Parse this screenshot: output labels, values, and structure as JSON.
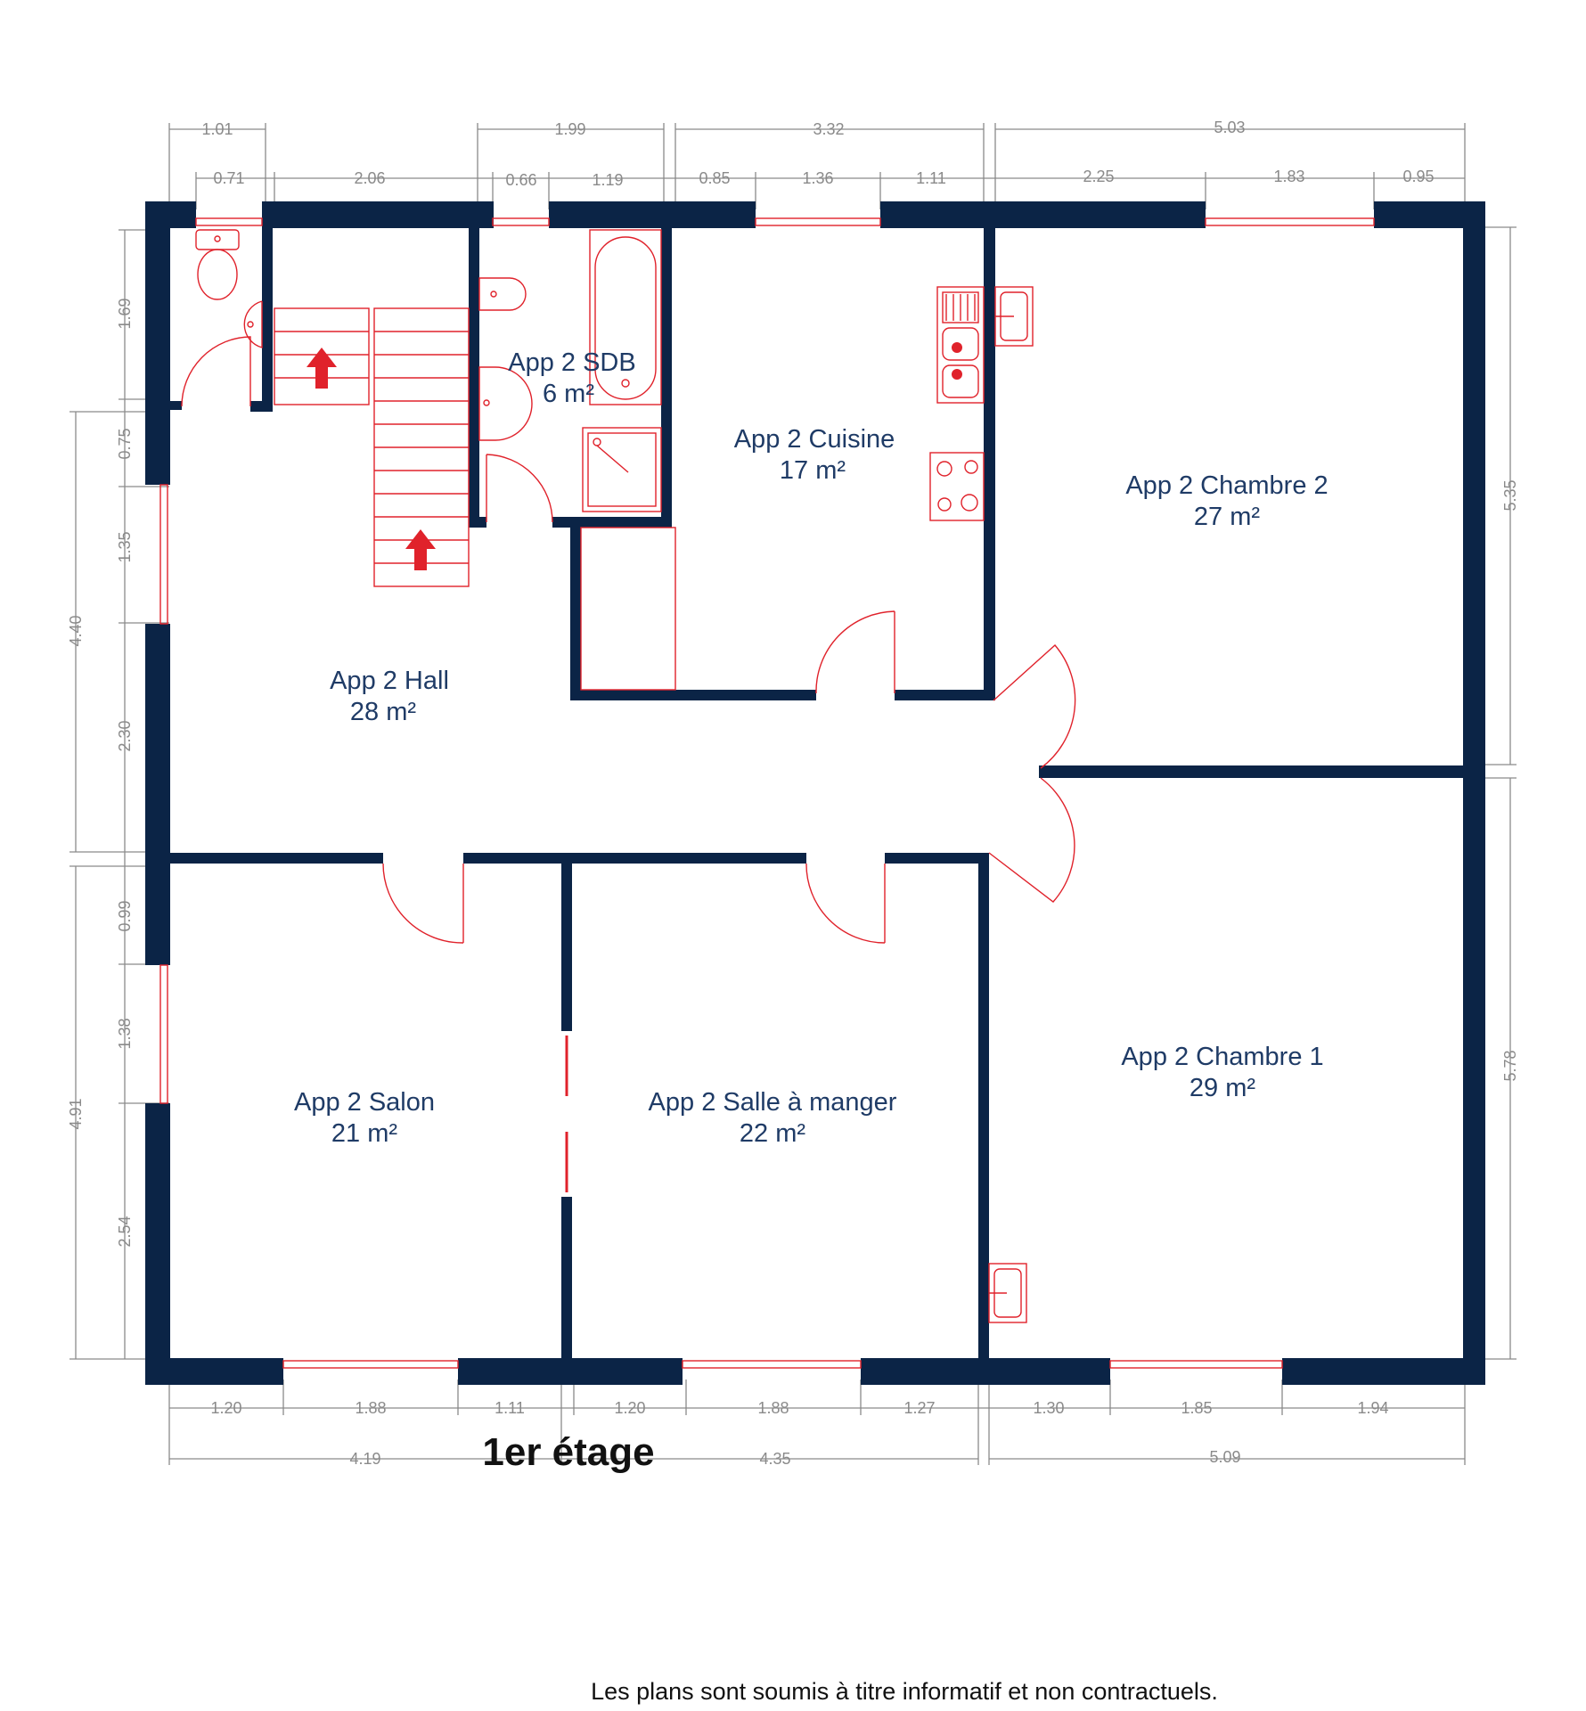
{
  "plan": {
    "floor_label": "1er étage",
    "disclaimer": "Les plans sont soumis à titre informatif et non contractuels.",
    "colors": {
      "wall": "#0b2446",
      "fixtures": "#e0222b",
      "dimension": "#8a8a8a",
      "room_text": "#1f3b66"
    },
    "rooms": [
      {
        "id": "hall",
        "name": "App 2 Hall",
        "area": "28 m²"
      },
      {
        "id": "sdb",
        "name": "App 2 SDB",
        "area": "6 m²"
      },
      {
        "id": "cuisine",
        "name": "App 2 Cuisine",
        "area": "17 m²"
      },
      {
        "id": "chambre2",
        "name": "App 2 Chambre 2",
        "area": "27 m²"
      },
      {
        "id": "salon",
        "name": "App 2 Salon",
        "area": "21 m²"
      },
      {
        "id": "salle-a-manger",
        "name": "App 2 Salle à manger",
        "area": "22 m²"
      },
      {
        "id": "chambre1",
        "name": "App 2 Chambre 1",
        "area": "29 m²"
      }
    ],
    "dimensions": {
      "top_overall": [
        "1.01",
        "1.99",
        "3.32",
        "5.03"
      ],
      "top_detail": [
        "0.71",
        "2.06",
        "0.66",
        "1.19",
        "0.85",
        "1.36",
        "1.11",
        "2.25",
        "1.83",
        "0.95"
      ],
      "bottom_detail": [
        "1.20",
        "1.88",
        "1.11",
        "1.20",
        "1.88",
        "1.27",
        "1.30",
        "1.85",
        "1.94"
      ],
      "bottom_overall": [
        "4.19",
        "4.35",
        "5.09"
      ],
      "left_overall": [
        "4.40",
        "4.91"
      ],
      "left_detail": [
        "1.69",
        "0.75",
        "1.35",
        "2.30",
        "0.99",
        "1.38",
        "2.54"
      ],
      "right": [
        "5.35",
        "5.78"
      ]
    }
  }
}
